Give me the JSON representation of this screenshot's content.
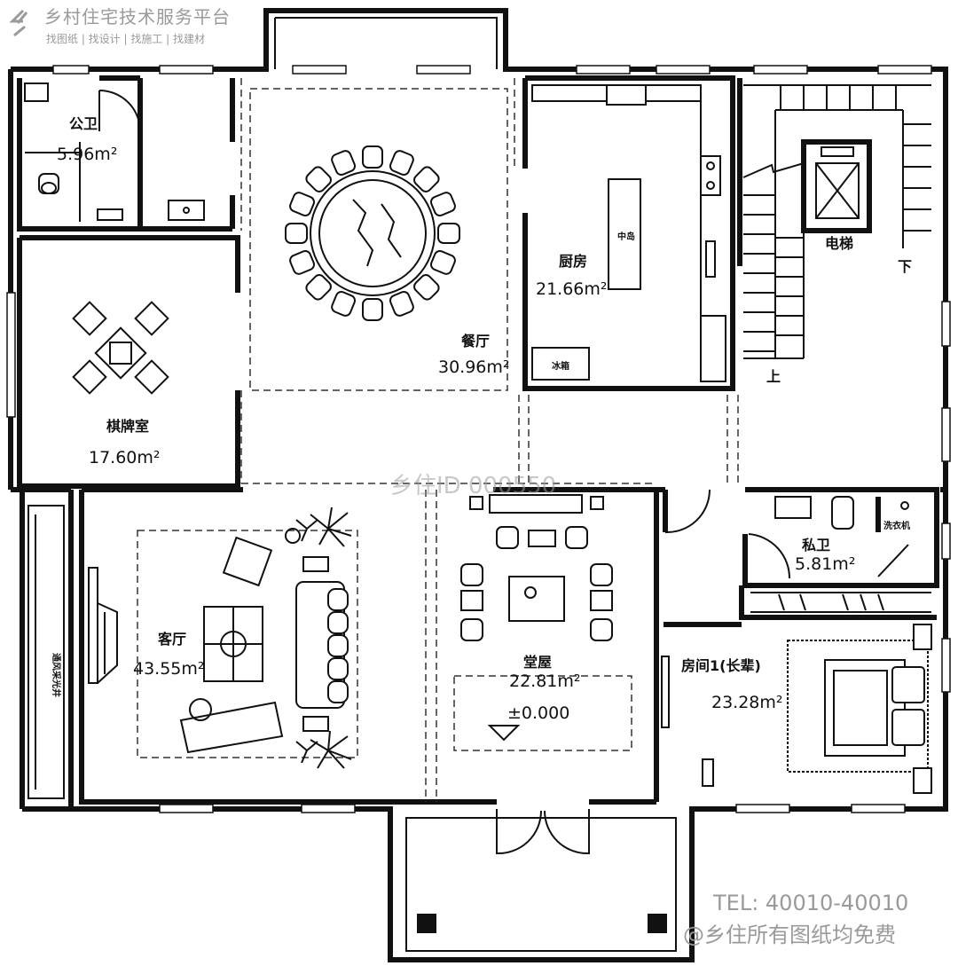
{
  "watermark": {
    "brand": "乡村住宅技术服务平台",
    "tagline": "找图纸 | 找设计 | 找施工 | 找建材",
    "id_text": "乡住ID 000550",
    "phone": "TEL: 40010-40010",
    "notice": "@乡住所有图纸均免费"
  },
  "rooms": {
    "public_bath": {
      "name": "公卫",
      "area": "5.96m²"
    },
    "chess_room": {
      "name": "棋牌室",
      "area": "17.60m²"
    },
    "dining": {
      "name": "餐厅",
      "area": "30.96m²"
    },
    "kitchen": {
      "name": "厨房",
      "area": "21.66m²",
      "island": "中岛",
      "fridge": "冰箱"
    },
    "elevator": {
      "name": "电梯"
    },
    "stairs": {
      "up": "上",
      "down": "下"
    },
    "living": {
      "name": "客厅",
      "area": "43.55m²",
      "side": "通风采光井"
    },
    "hall": {
      "name": "堂屋",
      "area": "22.81m²",
      "elevation": "±0.000"
    },
    "private_bath": {
      "name": "私卫",
      "area": "5.81m²",
      "laundry": "洗衣机"
    },
    "bedroom1": {
      "name": "房间1(长辈)",
      "area": "23.28m²"
    }
  }
}
